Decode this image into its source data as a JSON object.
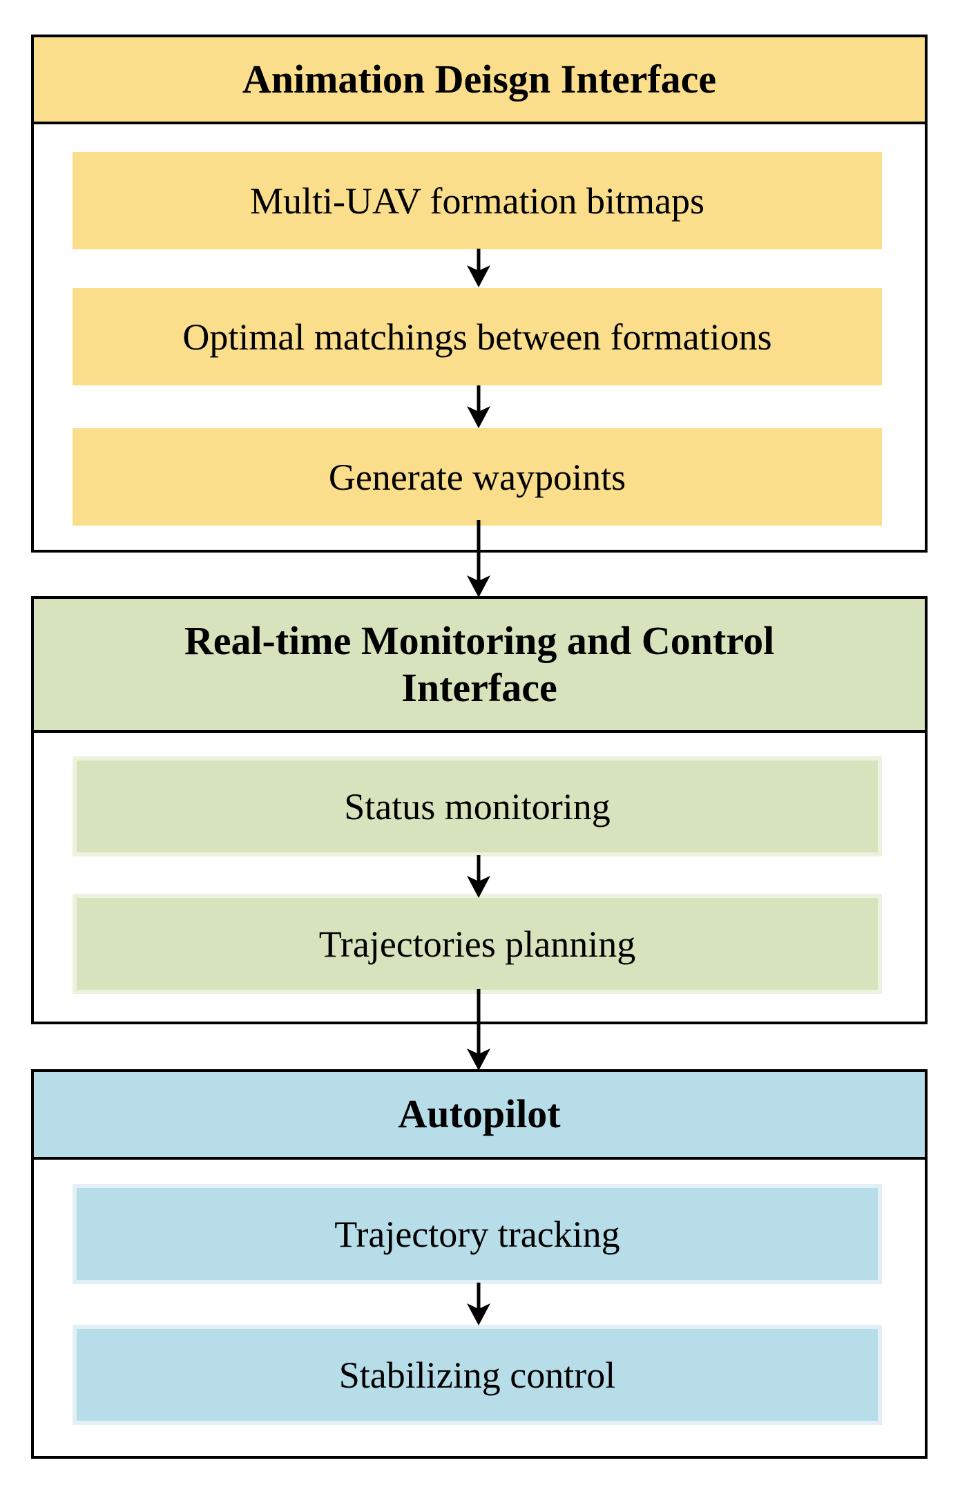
{
  "colors": {
    "yellow": "#FADE8C",
    "green": "#D6E3BC",
    "green_light": "#EDF2DF",
    "blue": "#B7DDE8",
    "blue_light": "#E2F0F5",
    "border": "#000000",
    "arrow": "#000000",
    "background": "#FFFFFF"
  },
  "sections": [
    {
      "title": "Animation Deisgn Interface",
      "items": [
        "Multi-UAV formation bitmaps",
        "Optimal matchings between formations",
        "Generate waypoints"
      ]
    },
    {
      "title": "Real-time Monitoring and Control Interface",
      "items": [
        "Status monitoring",
        "Trajectories planning"
      ]
    },
    {
      "title": "Autopilot",
      "items": [
        "Trajectory tracking",
        "Stabilizing control"
      ]
    }
  ]
}
